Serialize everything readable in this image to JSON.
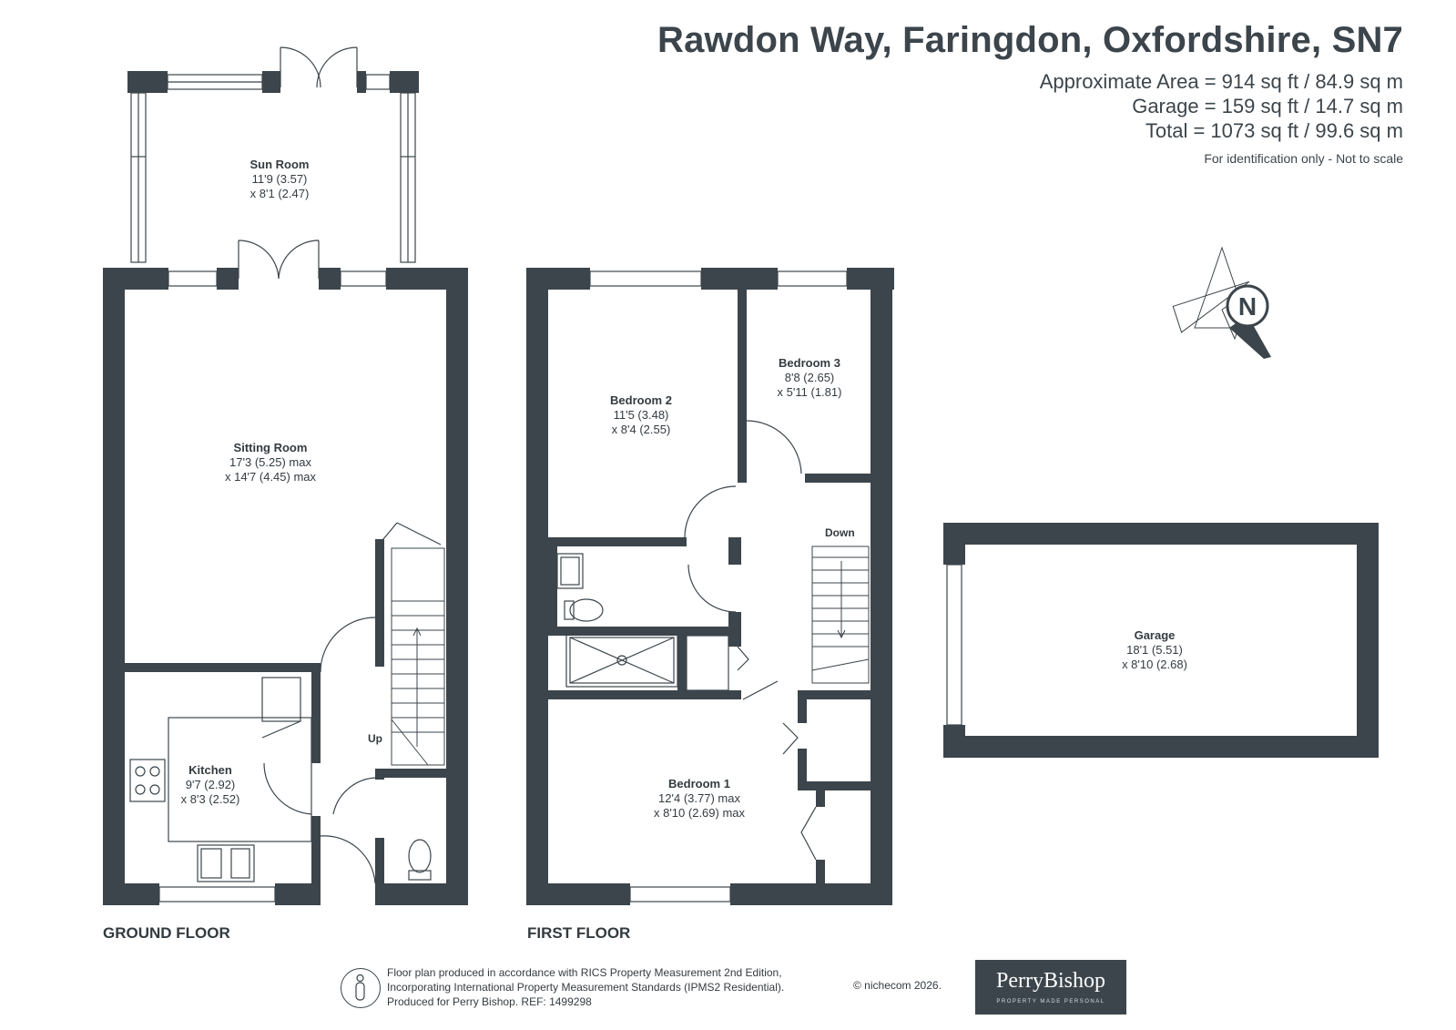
{
  "header": {
    "title": "Rawdon Way, Faringdon, Oxfordshire, SN7",
    "area_lines": [
      "Approximate Area = 914 sq ft / 84.9 sq m",
      "Garage = 159 sq ft / 14.7 sq m",
      "Total = 1073 sq ft / 99.6 sq m"
    ],
    "note": "For identification only - Not to scale"
  },
  "floors": {
    "ground": "GROUND FLOOR",
    "first": "FIRST FLOOR"
  },
  "rooms": {
    "sun_room": {
      "name": "Sun Room",
      "dim1": "11'9 (3.57)",
      "dim2": "x 8'1 (2.47)"
    },
    "sitting_room": {
      "name": "Sitting Room",
      "dim1": "17'3 (5.25) max",
      "dim2": "x 14'7 (4.45) max"
    },
    "kitchen": {
      "name": "Kitchen",
      "dim1": "9'7 (2.92)",
      "dim2": "x 8'3 (2.52)"
    },
    "bedroom_2": {
      "name": "Bedroom 2",
      "dim1": "11'5 (3.48)",
      "dim2": "x 8'4 (2.55)"
    },
    "bedroom_3": {
      "name": "Bedroom 3",
      "dim1": "8'8 (2.65)",
      "dim2": "x 5'11 (1.81)"
    },
    "bedroom_1": {
      "name": "Bedroom 1",
      "dim1": "12'4 (3.77) max",
      "dim2": "x 8'10 (2.69) max"
    },
    "garage": {
      "name": "Garage",
      "dim1": "18'1 (5.51)",
      "dim2": "x 8'10 (2.68)"
    }
  },
  "stairs": {
    "up": "Up",
    "down": "Down"
  },
  "compass": {
    "label": "N"
  },
  "footer": {
    "lines": [
      "Floor plan produced in accordance with RICS Property Measurement 2nd Edition,",
      "Incorporating International Property Measurement Standards (IPMS2 Residential).",
      "Produced for Perry Bishop.   REF: 1499298"
    ],
    "copyright": "© nichecom 2026."
  },
  "brand": {
    "name": "PerryBishop",
    "tagline": "PROPERTY MADE PERSONAL"
  },
  "colors": {
    "wall": "#3c454b",
    "text": "#333b40",
    "window": "#ffffff"
  },
  "icons": [
    "compass-icon",
    "hob-icon",
    "sink-icon",
    "toilet-icon",
    "basin-icon",
    "shower-icon",
    "person-icon"
  ]
}
